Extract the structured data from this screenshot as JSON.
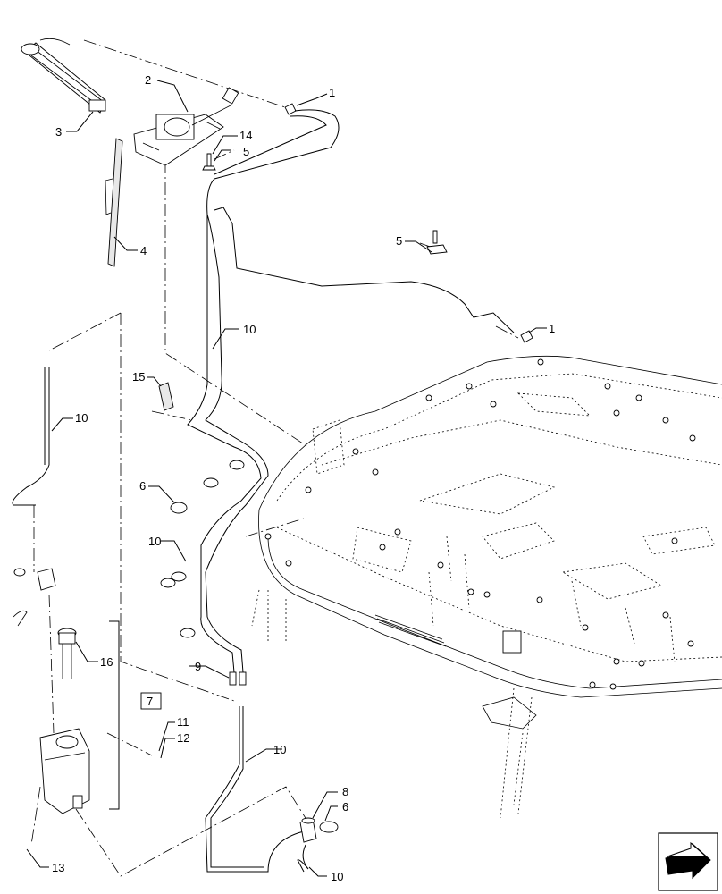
{
  "callouts": {
    "c1a": "1",
    "c1b": "1",
    "c2": "2",
    "c3": "3",
    "c4": "4",
    "c5a": "5",
    "c5b": "5",
    "c14": "14",
    "c10a": "10",
    "c10b": "10",
    "c10c": "10",
    "c10d": "10",
    "c10e": "10",
    "c15": "15",
    "c6a": "6",
    "c6b": "6",
    "c9": "9",
    "c16": "16",
    "c7": "7",
    "c11": "11",
    "c12": "12",
    "c13": "13",
    "c8": "8"
  },
  "icon": "next-page-arrow-icon"
}
